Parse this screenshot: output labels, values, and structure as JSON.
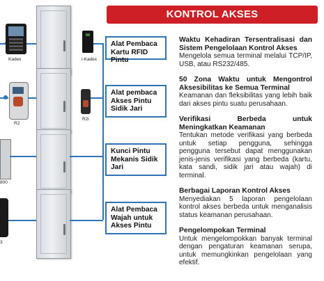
{
  "banner": {
    "title": "KONTROL AKSES"
  },
  "diagram": {
    "rows": [
      {
        "label": "Alat Pembaca Kartu RFID Pintu",
        "left_device": "Kadex",
        "right_device": "i-Kadex"
      },
      {
        "label": "Alat pembaca Akses Pintu Sidik Jari",
        "left_device": "R2",
        "right_device": "R2i"
      },
      {
        "label": "Kunci Pintu Mekanis Sidik Jari",
        "left_device": "800",
        "right_device": ""
      },
      {
        "label": "Alat Pembaca Wajah untuk Akses Pintu",
        "left_device": "3",
        "right_device": ""
      }
    ]
  },
  "features": [
    {
      "title": "Waktu Kehadiran Tersentralisasi dan Sistem Pengelolaan Kontrol Akses",
      "body": "Mengelola semua terminal melalui TCP/IP, USB, atau RS232/485."
    },
    {
      "title": "50 Zona Waktu untuk Mengontrol Aksesibilitas ke Semua Terminal",
      "body": "Keamanan dan fleksibilitas yang lebih baik dari akses pintu suatu perusahaan."
    },
    {
      "title": "Verifikasi Berbeda untuk Meningkatkan Keamanan",
      "body": "Tentukan metode verifikasi yang berbeda untuk setiap pengguna, sehingga pengguna tersebut dapat menggunakan jenis-jenis verifikasi yang berbeda (kartu, kata sandi, sidik jari atau wajah) di terminal."
    },
    {
      "title": "Berbagai Laporan Kontrol Akses",
      "body": "Menyediakan 5 laporan pengelolaan kontrol akses berbeda untuk menganalisis status keamanan perusahaan."
    },
    {
      "title": "Pengelompokan Terminal",
      "body": "Untuk mengelompokkan banyak terminal dengan pengaturan keamanan serupa, untuk memungkinkan pengelolaan yang efektif."
    }
  ],
  "colors": {
    "accent": "#cf1f26",
    "line": "#2f73b8"
  }
}
